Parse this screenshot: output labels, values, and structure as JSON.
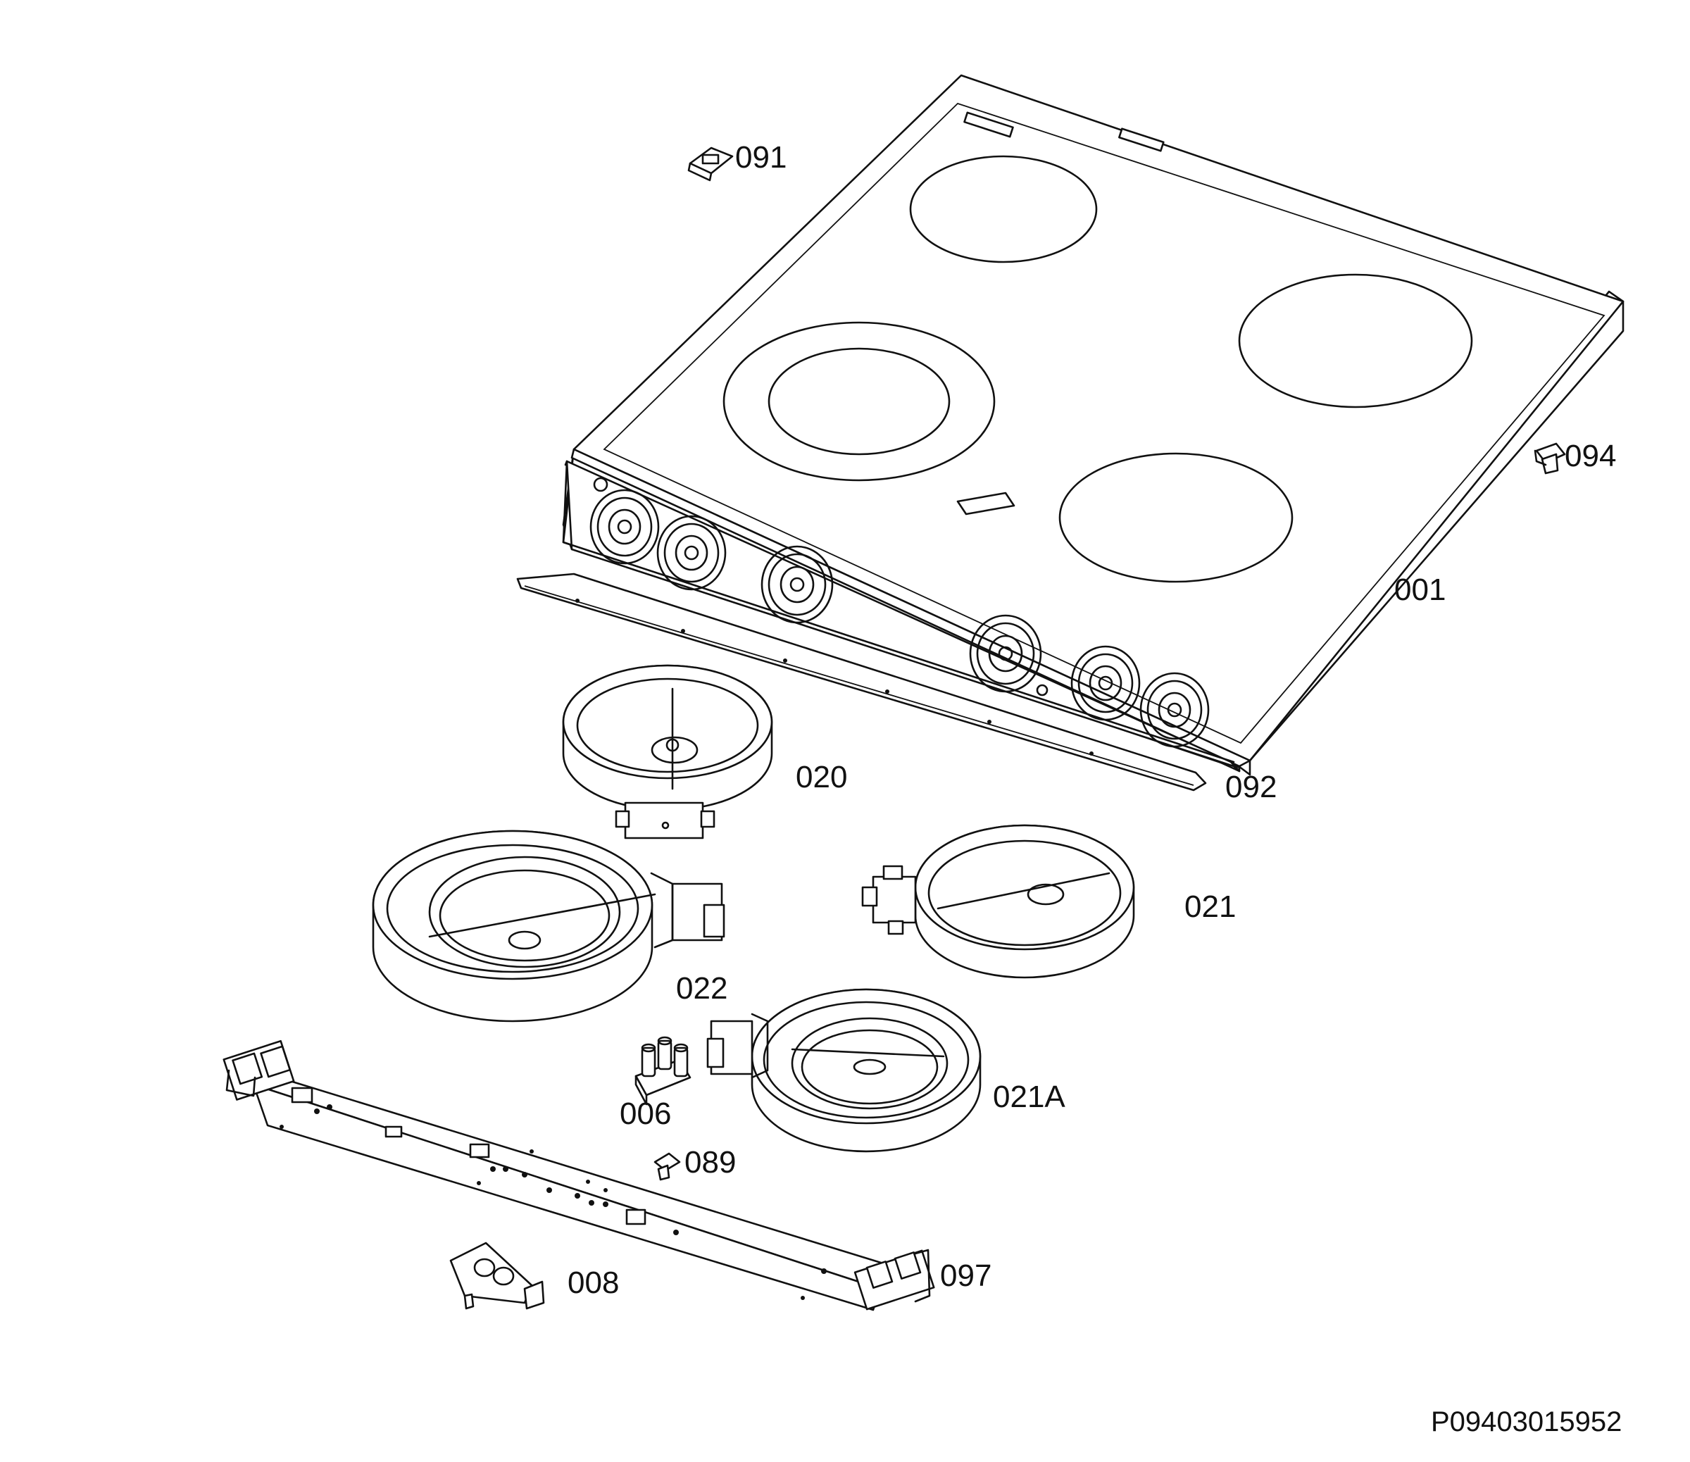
{
  "drawing_code": "P09403015952",
  "parts": {
    "p001": "001",
    "p006": "006",
    "p008": "008",
    "p020": "020",
    "p021": "021",
    "p021a": "021A",
    "p022": "022",
    "p089": "089",
    "p091": "091",
    "p092": "092",
    "p094": "094",
    "p097": "097"
  },
  "icons": {
    "cooktop": "glass-ceramic-hob-icon",
    "heating_element": "radiant-heater-ring-icon",
    "clip": "clip-icon",
    "bracket": "bracket-icon",
    "terminal_block": "terminal-block-icon"
  }
}
